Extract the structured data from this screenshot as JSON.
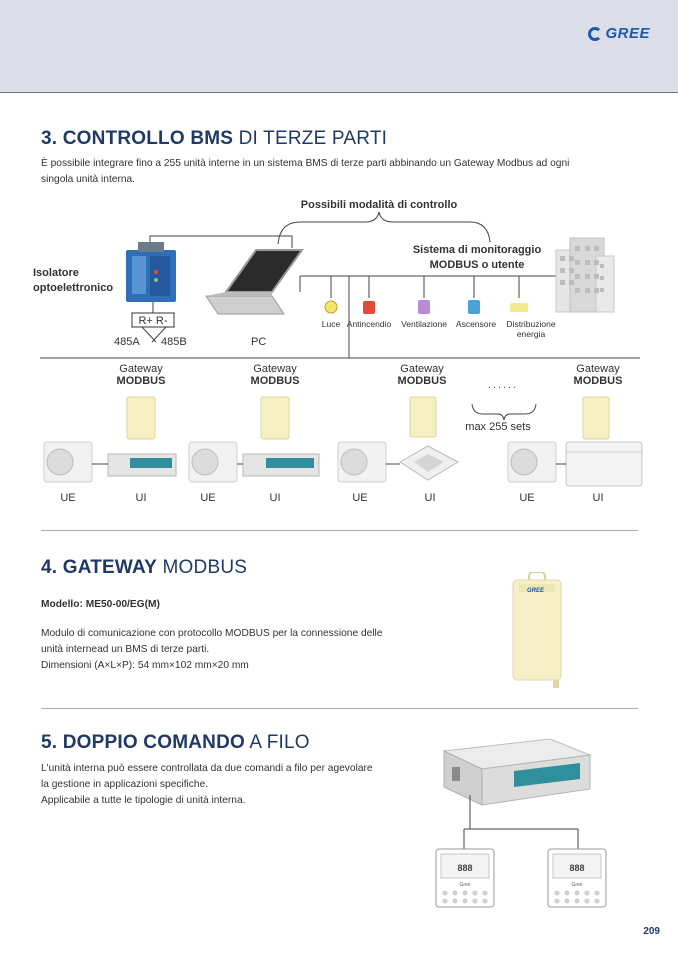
{
  "brand": {
    "name": "GREE",
    "color": "#1d5aa8"
  },
  "section3": {
    "number_bold": "3. CONTROLLO BMS",
    "title_light": "DI TERZE PARTI",
    "intro_line1": "È possibile integrare fino a 255 unità interne in un sistema BMS di terze parti abbinando un Gateway Modbus ad ogni",
    "intro_line2": "singola unità interna."
  },
  "diagram": {
    "control_modes": "Possibili modalità di controllo",
    "isolator_line1": "Isolatore",
    "isolator_line2": "optoelettronico",
    "monitor_line1": "Sistema di monitoraggio",
    "monitor_line2": "MODBUS o utente",
    "terminal": "R+ R-",
    "port_a": "485A",
    "port_b": "485B",
    "pc": "PC",
    "devices": [
      "Luce",
      "Antincendio",
      "Ventilazione",
      "Ascensore",
      "Distribuzione"
    ],
    "device_last_line2": "energia",
    "gateway_line1": "Gateway",
    "gateway_line2": "MODBUS",
    "dots": "......",
    "max_sets": "max 255 sets",
    "unit_outdoor": "UE",
    "unit_indoor": "UI"
  },
  "section4": {
    "number_bold": "4. GATEWAY",
    "title_light": "MODBUS",
    "model": "Modello: ME50-00/EG(M)",
    "desc_line1": "Modulo di comunicazione con protocollo MODBUS per la connessione delle",
    "desc_line2": "unità internead un BMS di terze parti.",
    "desc_line3": "Dimensioni (A×L×P): 54 mm×102 mm×20 mm"
  },
  "section5": {
    "number_bold": "5. DOPPIO COMANDO",
    "title_light": "A FILO",
    "desc_line1": "L'unità interna può essere controllata da due comandi a filo per agevolare",
    "desc_line2": "la gestione in applicazioni specifiche.",
    "desc_line3": "Applicabile a tutte le tipologie di unità interna.",
    "panel_display": "888",
    "panel_brand": "Gree"
  },
  "page_number": "209"
}
